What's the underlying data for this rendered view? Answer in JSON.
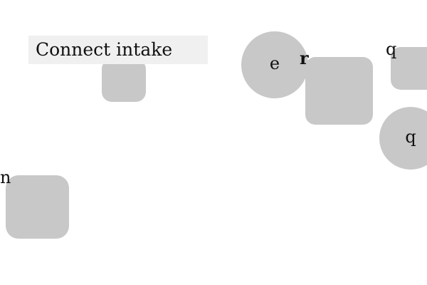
{
  "tooltip": {
    "text": "Connect intake"
  },
  "nodes": {
    "e": "e",
    "q_circle": "q"
  },
  "labels": {
    "r": "r",
    "q": "q",
    "n": "n"
  },
  "colors": {
    "shape_fill": "#c8c8c8",
    "tooltip_bg": "#f0f0f0",
    "background": "#ffffff",
    "text": "#111111"
  }
}
